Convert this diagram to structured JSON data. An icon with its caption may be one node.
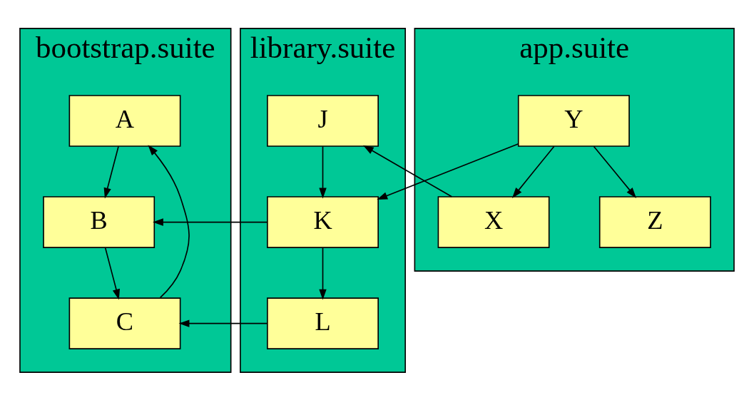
{
  "diagram": {
    "nodes": [
      {
        "text": [
          "bootstrap.suite"
        ]
      },
      {
        "text": [
          "A"
        ],
        "in": 0
      },
      {
        "text": [
          "B"
        ],
        "in": 0
      },
      {
        "text": [
          "C"
        ],
        "in": 0
      },
      {
        "text": [
          "library.suite"
        ]
      },
      {
        "text": [
          "J"
        ],
        "in": 4
      },
      {
        "text": [
          "K"
        ],
        "in": 4
      },
      {
        "text": [
          "L"
        ],
        "in": 4
      },
      {
        "text": [
          "app.suite"
        ]
      },
      {
        "text": [
          "X"
        ],
        "in": 8
      },
      {
        "text": [
          "Y"
        ],
        "in": 8
      },
      {
        "text": [
          "Z"
        ],
        "in": 8
      }
    ],
    "edges": [
      {
        "from": 1,
        "to": 2,
        "arrow": "to"
      },
      {
        "from": 2,
        "to": 3,
        "arrow": "to"
      },
      {
        "from": 3,
        "to": 1,
        "arrow": "to"
      },
      {
        "from": 9,
        "to": 5,
        "arrow": "to"
      },
      {
        "from": 5,
        "to": 6,
        "arrow": "to"
      },
      {
        "from": 6,
        "to": 2,
        "arrow": "to"
      },
      {
        "from": 6,
        "to": 7,
        "arrow": "to"
      },
      {
        "from": 7,
        "to": 3,
        "arrow": "to"
      },
      {
        "from": 10,
        "to": 9,
        "arrow": "to"
      },
      {
        "from": 10,
        "to": 6,
        "arrow": "to"
      },
      {
        "from": 10,
        "to": 11,
        "arrow": "to"
      }
    ]
  }
}
